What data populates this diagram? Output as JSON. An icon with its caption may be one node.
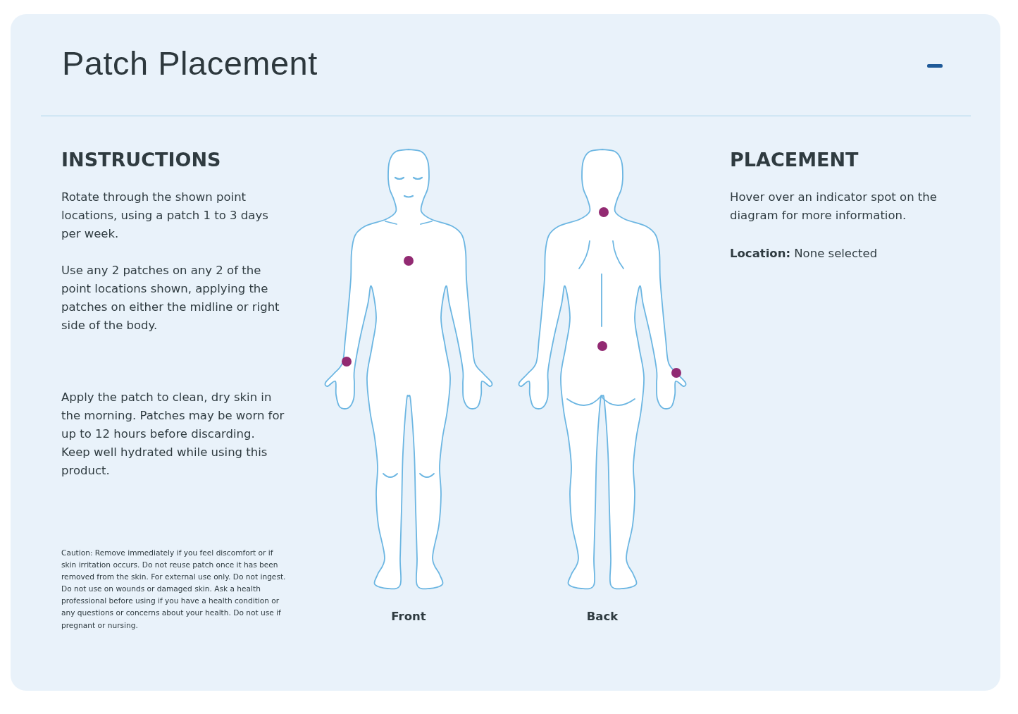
{
  "diagram": {
    "title": "Patch Placement",
    "labels": [
      "INSTRUCTIONS",
      "Rotate through the shown point locations, using a patch 1 to 3 days per week.",
      "Use any 2 patches on any 2 of the point locations shown, applying the patches on either the midline or right side of the body.",
      "Apply the patch to clean, dry skin in the morning. Patches may be worn for up to 12 hours before discarding. Keep well hydrated while using this product.",
      "Caution: Remove immediately if you feel discomfort or if skin irritation occurs. Do not reuse patch once it has been removed from the skin. For external use only. Do not ingest. Do not use on wounds or damaged skin. Ask a health professional before using if you have a health condition or any questions or concerns about your health. Do not use if pregnant or nursing.",
      "Front",
      "Back",
      "PLACEMENT",
      "Hover over an indicator spot on the diagram for more information.",
      "**Location:** None selected"
    ]
  }
}
